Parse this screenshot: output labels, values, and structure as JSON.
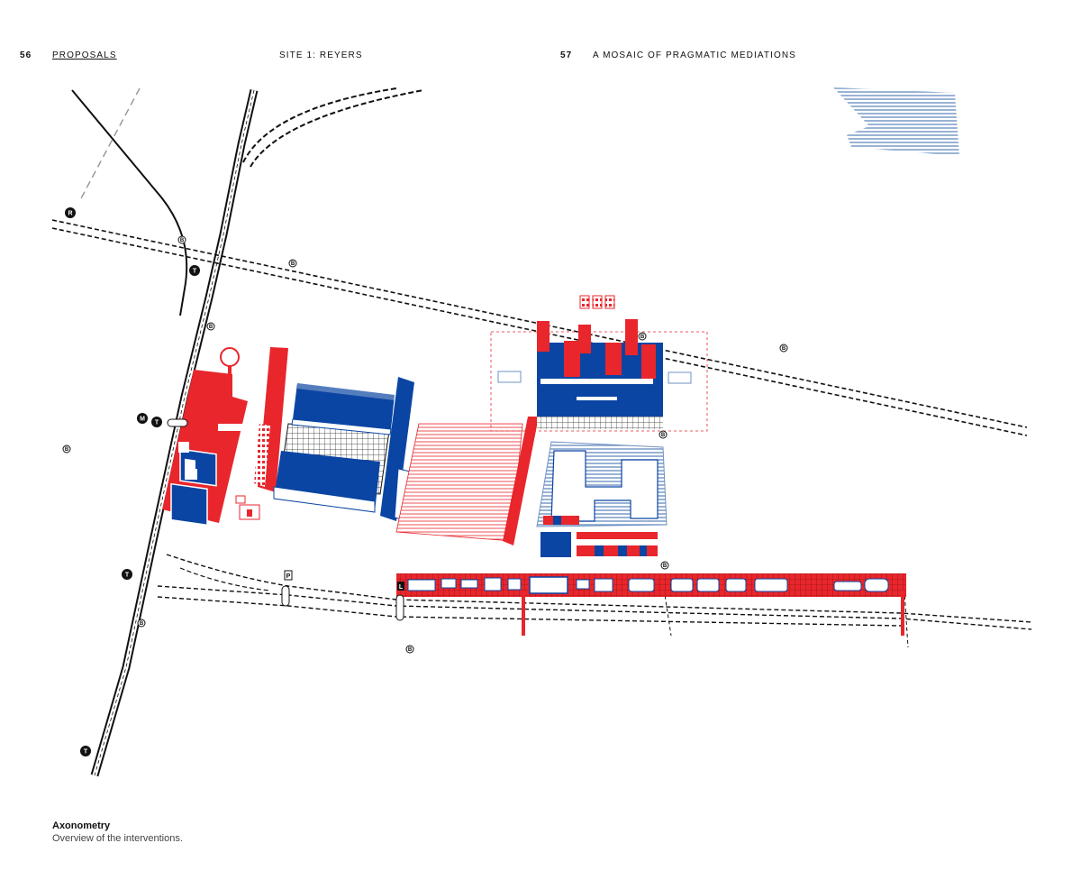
{
  "header": {
    "left_page_number": "56",
    "left_section": "PROPOSALS",
    "center_title": "SITE 1: REYERS",
    "right_page_number": "57",
    "right_title": "A MOSAIC OF PRAGMATIC MEDIATIONS"
  },
  "caption": {
    "title": "Axonometry",
    "subtitle": "Overview of the interventions."
  },
  "colors": {
    "red": "#e8262c",
    "blue": "#0b45a3",
    "light_blue": "#6f93c3",
    "black": "#111111"
  },
  "stop_letters": {
    "bus": "B",
    "tram": "T",
    "metro": "M",
    "rail": "R",
    "parking": "P",
    "lift": "L"
  }
}
